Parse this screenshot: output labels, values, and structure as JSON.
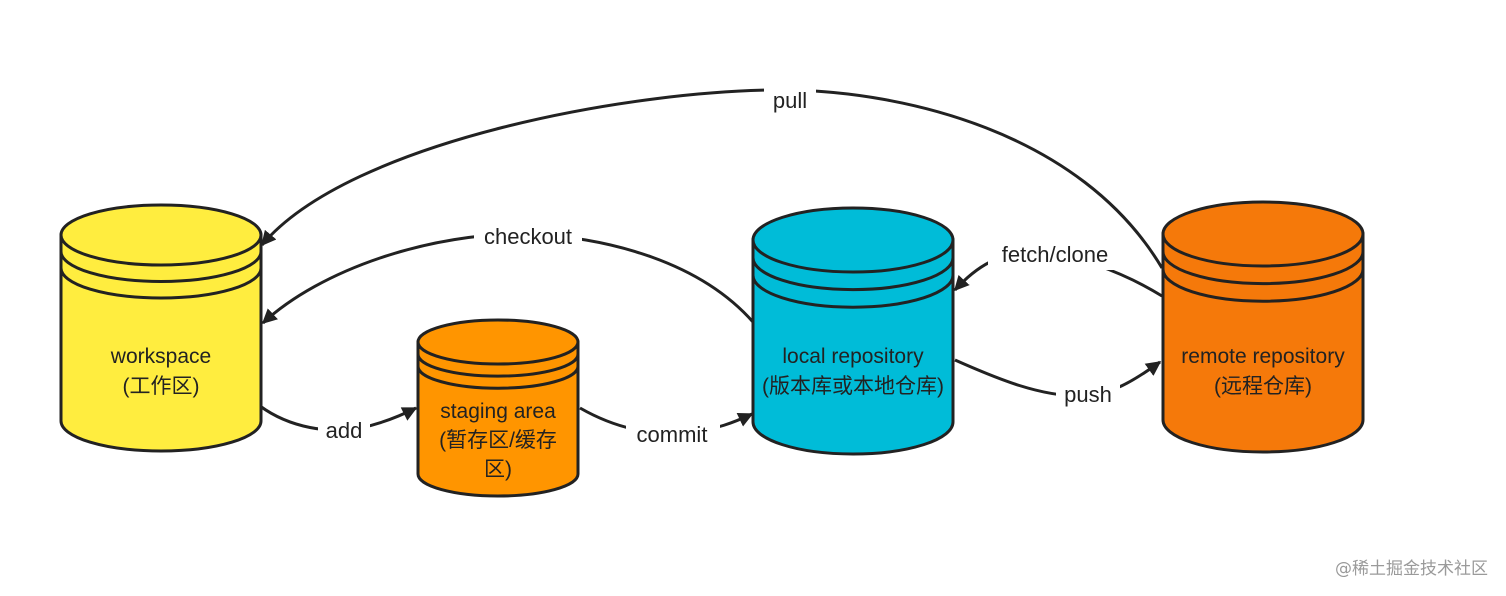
{
  "nodes": [
    {
      "id": "workspace",
      "lines": [
        "workspace",
        "(工作区)"
      ],
      "color": "#FFED3F"
    },
    {
      "id": "staging",
      "lines": [
        "staging area",
        "(暂存区/缓存",
        "区)"
      ],
      "color": "#FF9500"
    },
    {
      "id": "local",
      "lines": [
        "local repository",
        "(版本库或本地仓库)"
      ],
      "color": "#00BCD8"
    },
    {
      "id": "remote",
      "lines": [
        "remote repository",
        "(远程仓库)"
      ],
      "color": "#F5790A"
    }
  ],
  "edges": [
    {
      "id": "pull",
      "label": "pull",
      "from": "remote",
      "to": "workspace"
    },
    {
      "id": "checkout",
      "label": "checkout",
      "from": "local",
      "to": "workspace"
    },
    {
      "id": "add",
      "label": "add",
      "from": "workspace",
      "to": "staging"
    },
    {
      "id": "commit",
      "label": "commit",
      "from": "staging",
      "to": "local"
    },
    {
      "id": "fetch",
      "label": "fetch/clone",
      "from": "remote",
      "to": "local"
    },
    {
      "id": "push",
      "label": "push",
      "from": "local",
      "to": "remote"
    }
  ],
  "watermark": "@稀土掘金技术社区"
}
